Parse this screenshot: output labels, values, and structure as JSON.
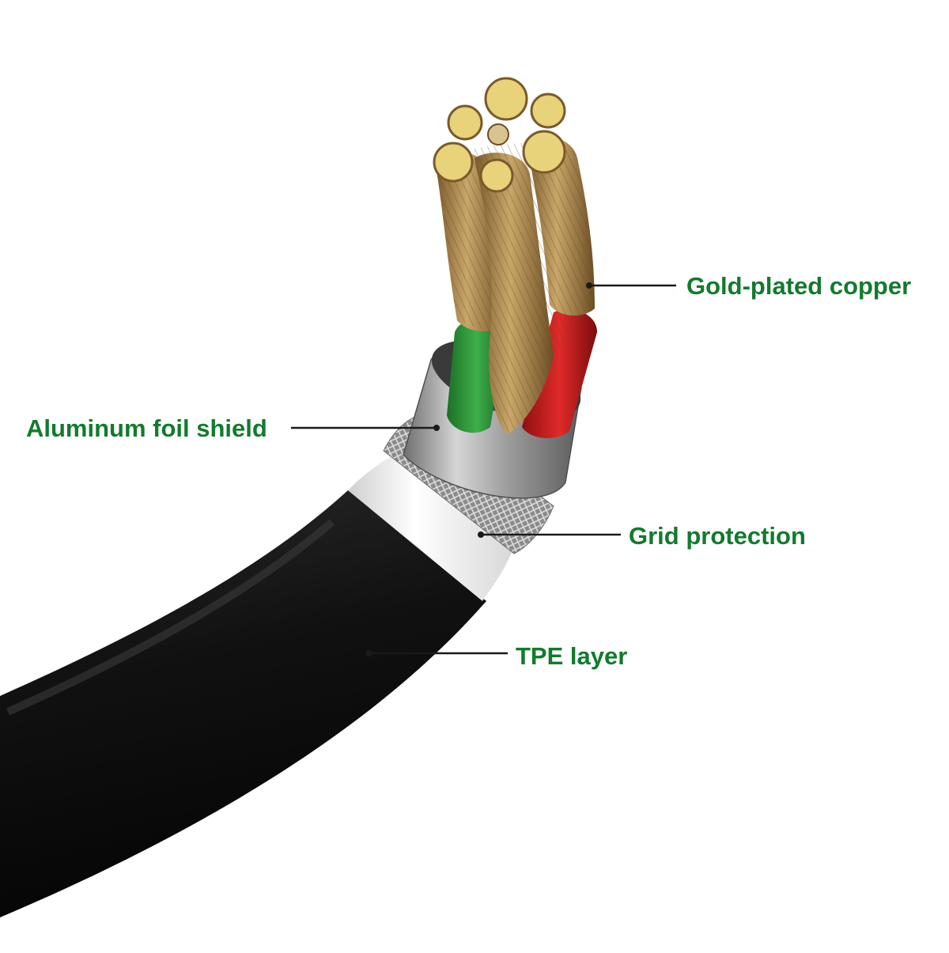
{
  "colors": {
    "label_text": "#137a2e",
    "leader_line": "#1a1a1a",
    "background": "#ffffff",
    "tpe_jacket": "#151515",
    "white_band": "#f1f1f1",
    "braid": "#8f8f8f",
    "aluminum_foil": "#a8a8a8",
    "copper": "#b8955a",
    "green_insulation": "#2f9a3a",
    "red_insulation": "#d32020",
    "conductor_tip": "#e8d27a"
  },
  "labels": {
    "gold_plated_copper": "Gold-plated copper",
    "aluminum_foil_shield": "Aluminum foil shield",
    "grid_protection": "Grid protection",
    "tpe_layer": "TPE layer"
  }
}
